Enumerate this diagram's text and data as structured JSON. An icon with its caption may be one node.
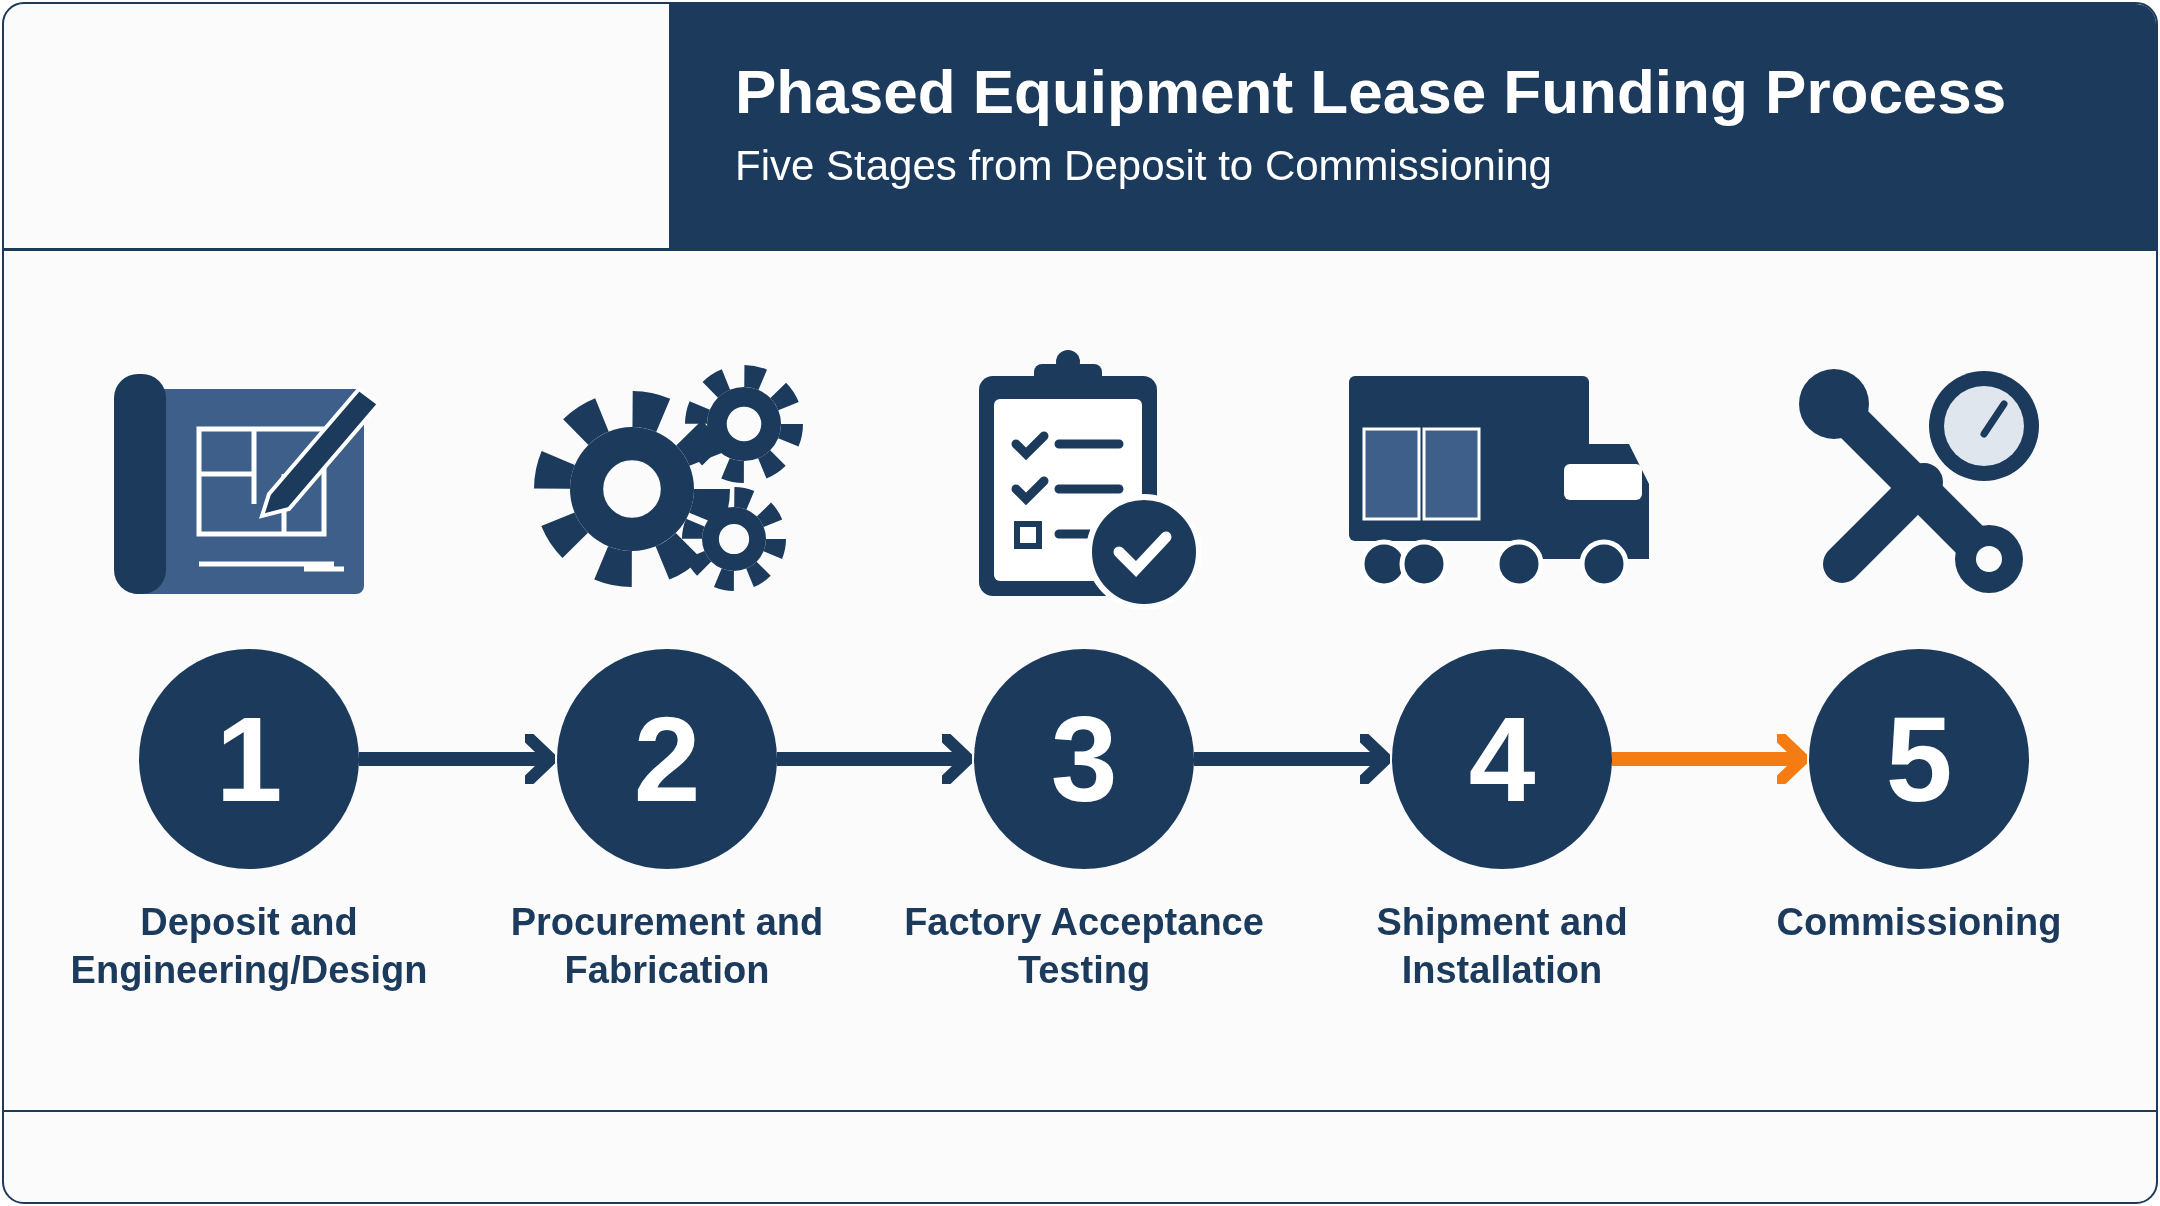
{
  "diagram": {
    "title": "Phased Equipment Lease Funding Process",
    "caption": "Five Stages from Deposit to Commissioning",
    "nodes": [
      {
        "text": [
          "1"
        ],
        "beside": [
          "Deposit and Engineering/Design"
        ]
      },
      {
        "text": [
          "2"
        ],
        "beside": [
          "Procurement and Fabrication"
        ]
      },
      {
        "text": [
          "3"
        ],
        "beside": [
          "Factory Acceptance Testing"
        ]
      },
      {
        "text": [
          "4"
        ],
        "beside": [
          "Shipment and Installation"
        ]
      },
      {
        "text": [
          "5"
        ],
        "beside": [
          "Commissioning"
        ]
      }
    ],
    "edges": [
      {
        "from": 0,
        "to": 1,
        "arrow": "to"
      },
      {
        "from": 1,
        "to": 2,
        "arrow": "to"
      },
      {
        "from": 2,
        "to": 3,
        "arrow": "to"
      },
      {
        "from": 3,
        "to": 4,
        "arrow": "to",
        "color": "#f57c12"
      }
    ]
  }
}
